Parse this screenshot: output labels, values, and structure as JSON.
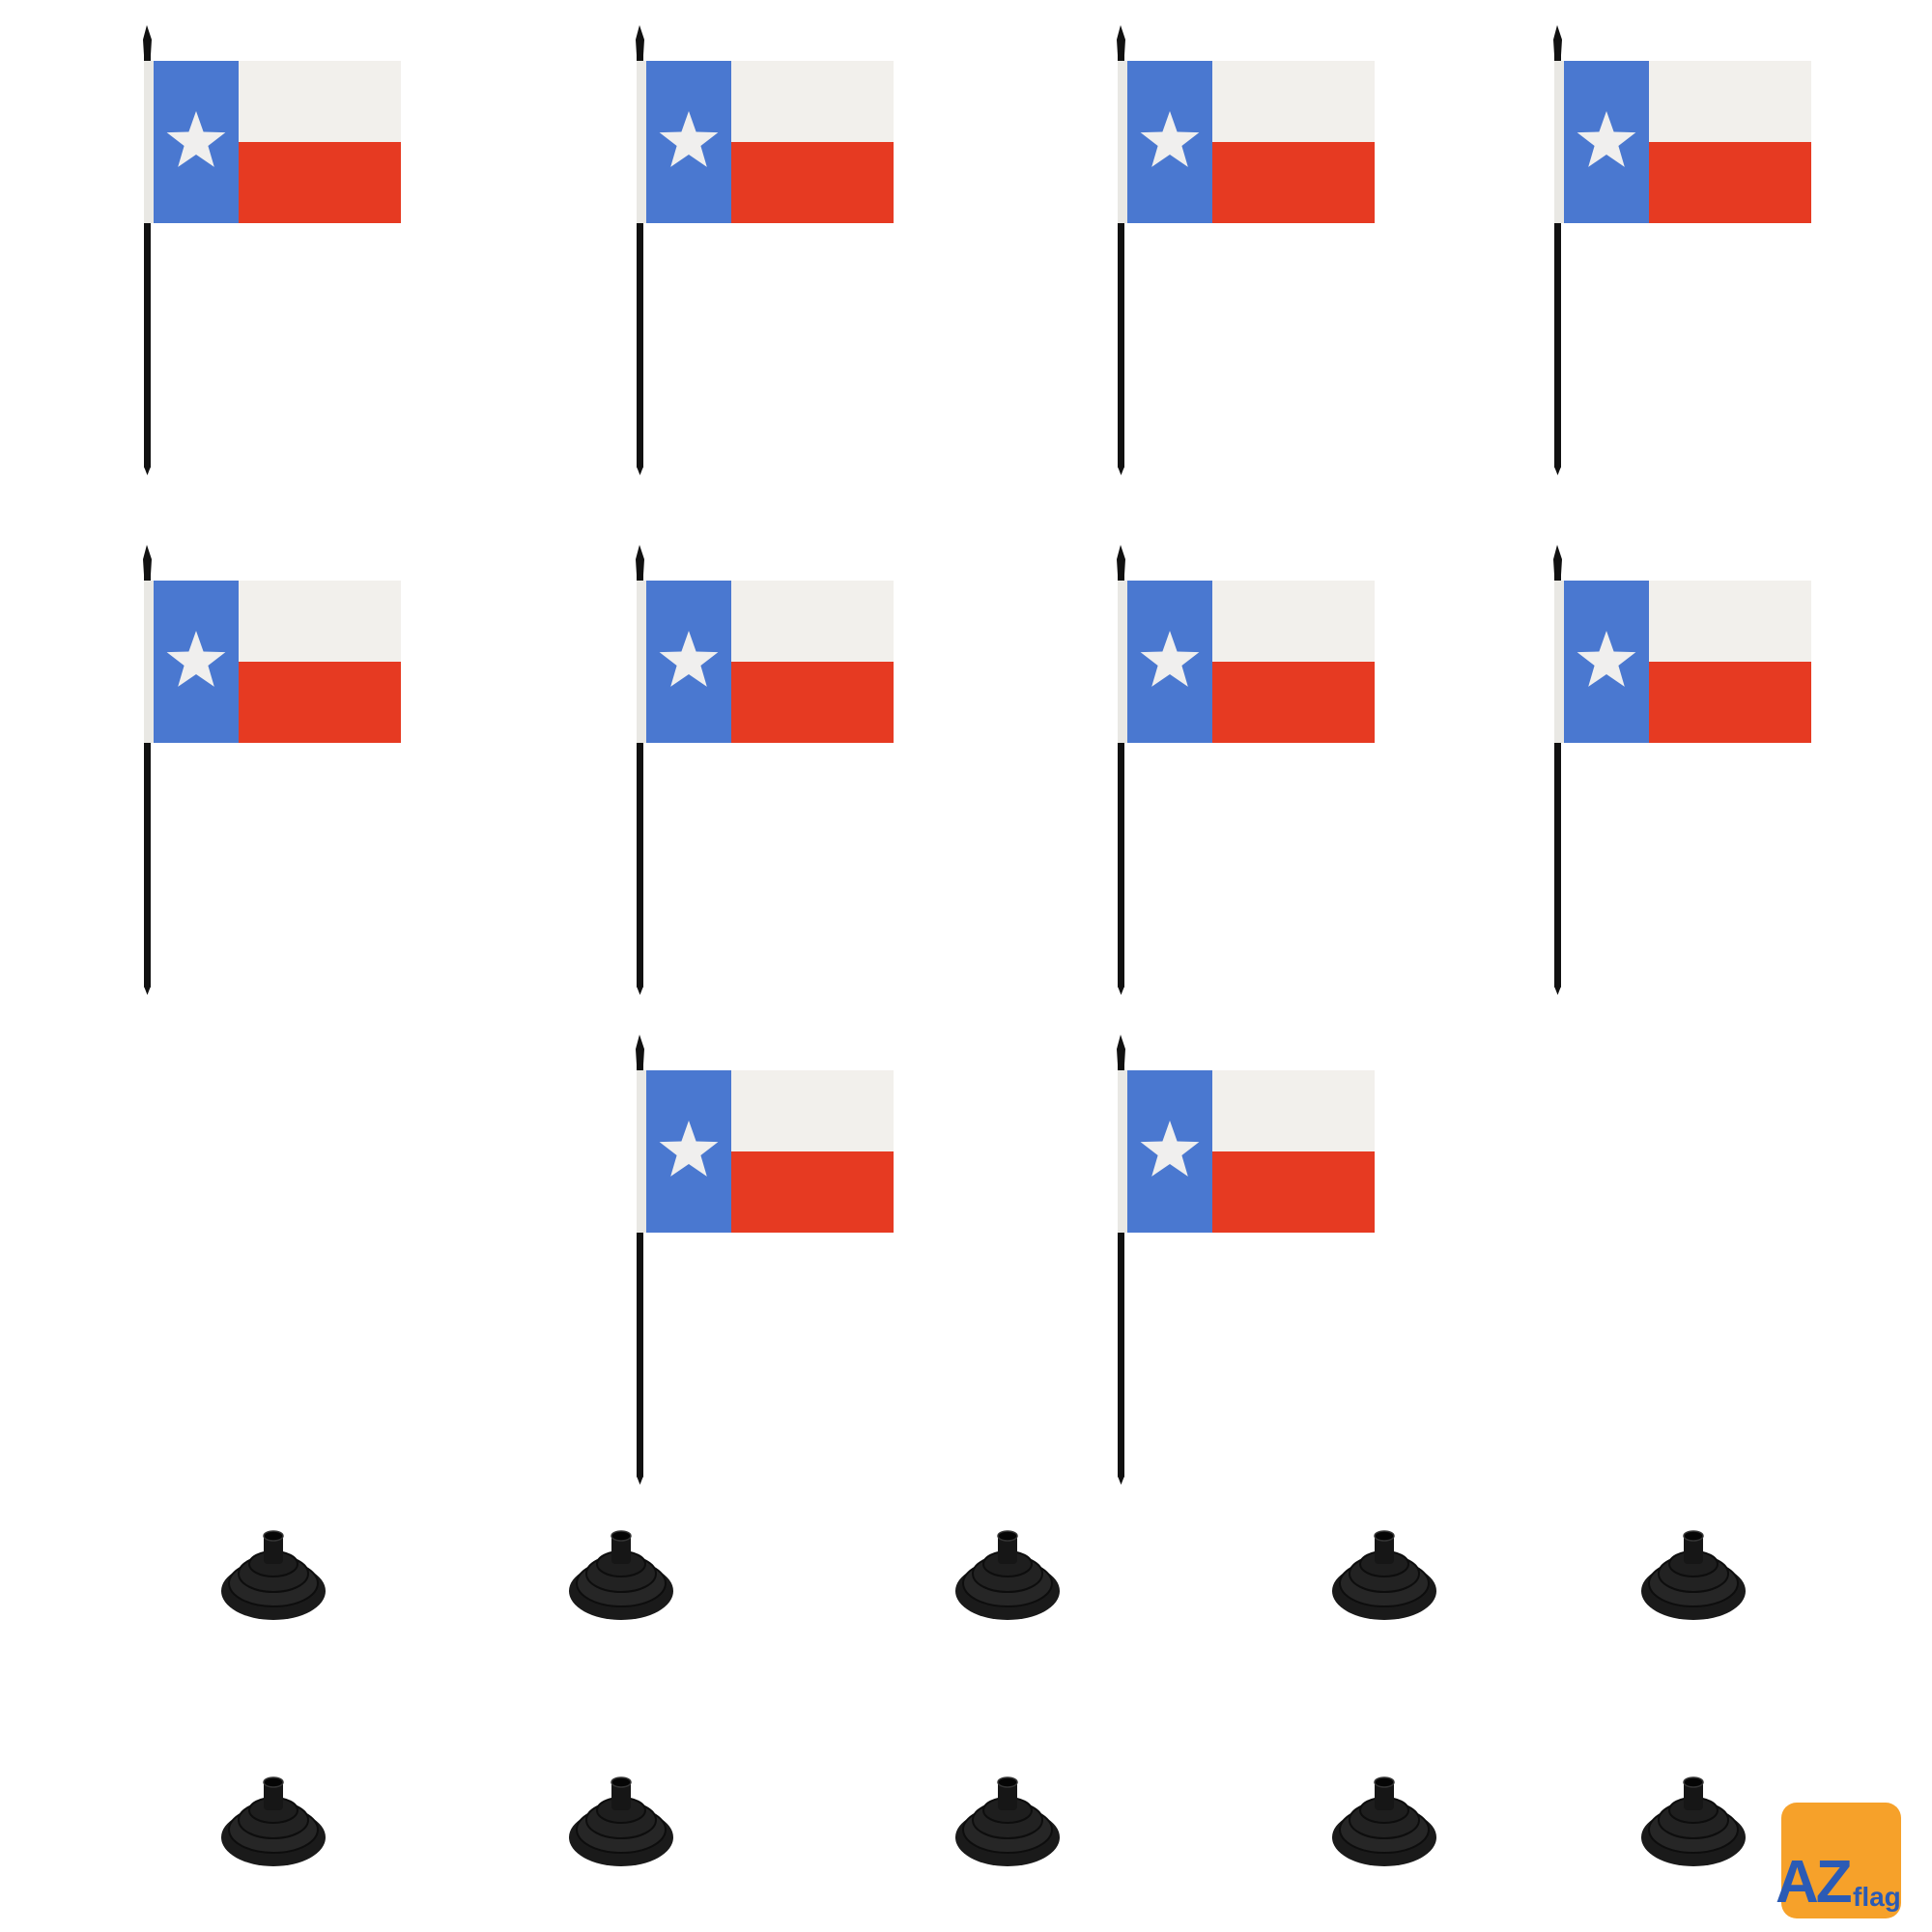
{
  "scene": {
    "subject": "texas-hand-flag-set",
    "flag_count": 10,
    "base_count": 10,
    "colors": {
      "flag_blue": "#4a78d0",
      "flag_white": "#f2f0ec",
      "flag_red": "#e63a22",
      "star": "#f0efee",
      "pole": "#111111",
      "base": "#1a1a1a",
      "logo_orange": "#f6a12a",
      "logo_text": "#2b5bb5"
    }
  },
  "logo": {
    "main": "AZ",
    "sub": "flag"
  }
}
